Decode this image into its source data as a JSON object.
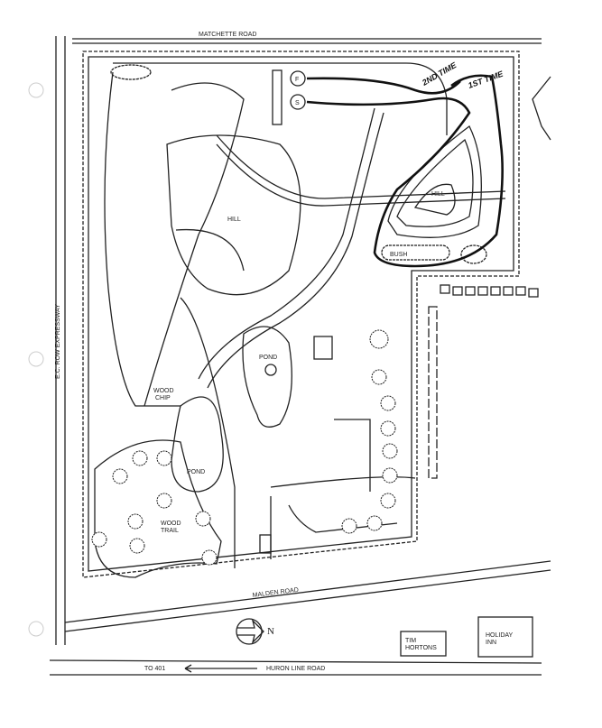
{
  "map": {
    "roads": {
      "top": "MATCHETTE ROAD",
      "left": "E.C. ROW EXPRESSWAY",
      "bottom_inner": "MALDEN ROAD",
      "bottom_outer": "HURON LINE ROAD",
      "direction": "TO 401"
    },
    "areas": {
      "hill_main": "HILL",
      "hill_small": "HILL",
      "pond_upper": "POND",
      "pond_lower": "POND",
      "wood_chip_1": "WOOD",
      "wood_chip_2": "CHIP",
      "wood_trail_1": "WOOD",
      "wood_trail_2": "TRAIL",
      "bush": "BUSH"
    },
    "markers": {
      "finish": "F",
      "start": "S"
    },
    "annotations": {
      "second_time": "2ND TIME",
      "first_time": "1ST TIME"
    },
    "compass": "N",
    "buildings": {
      "tim_1": "TIM",
      "tim_2": "HORTONS",
      "holiday_1": "HOLIDAY",
      "holiday_2": "INN"
    }
  }
}
